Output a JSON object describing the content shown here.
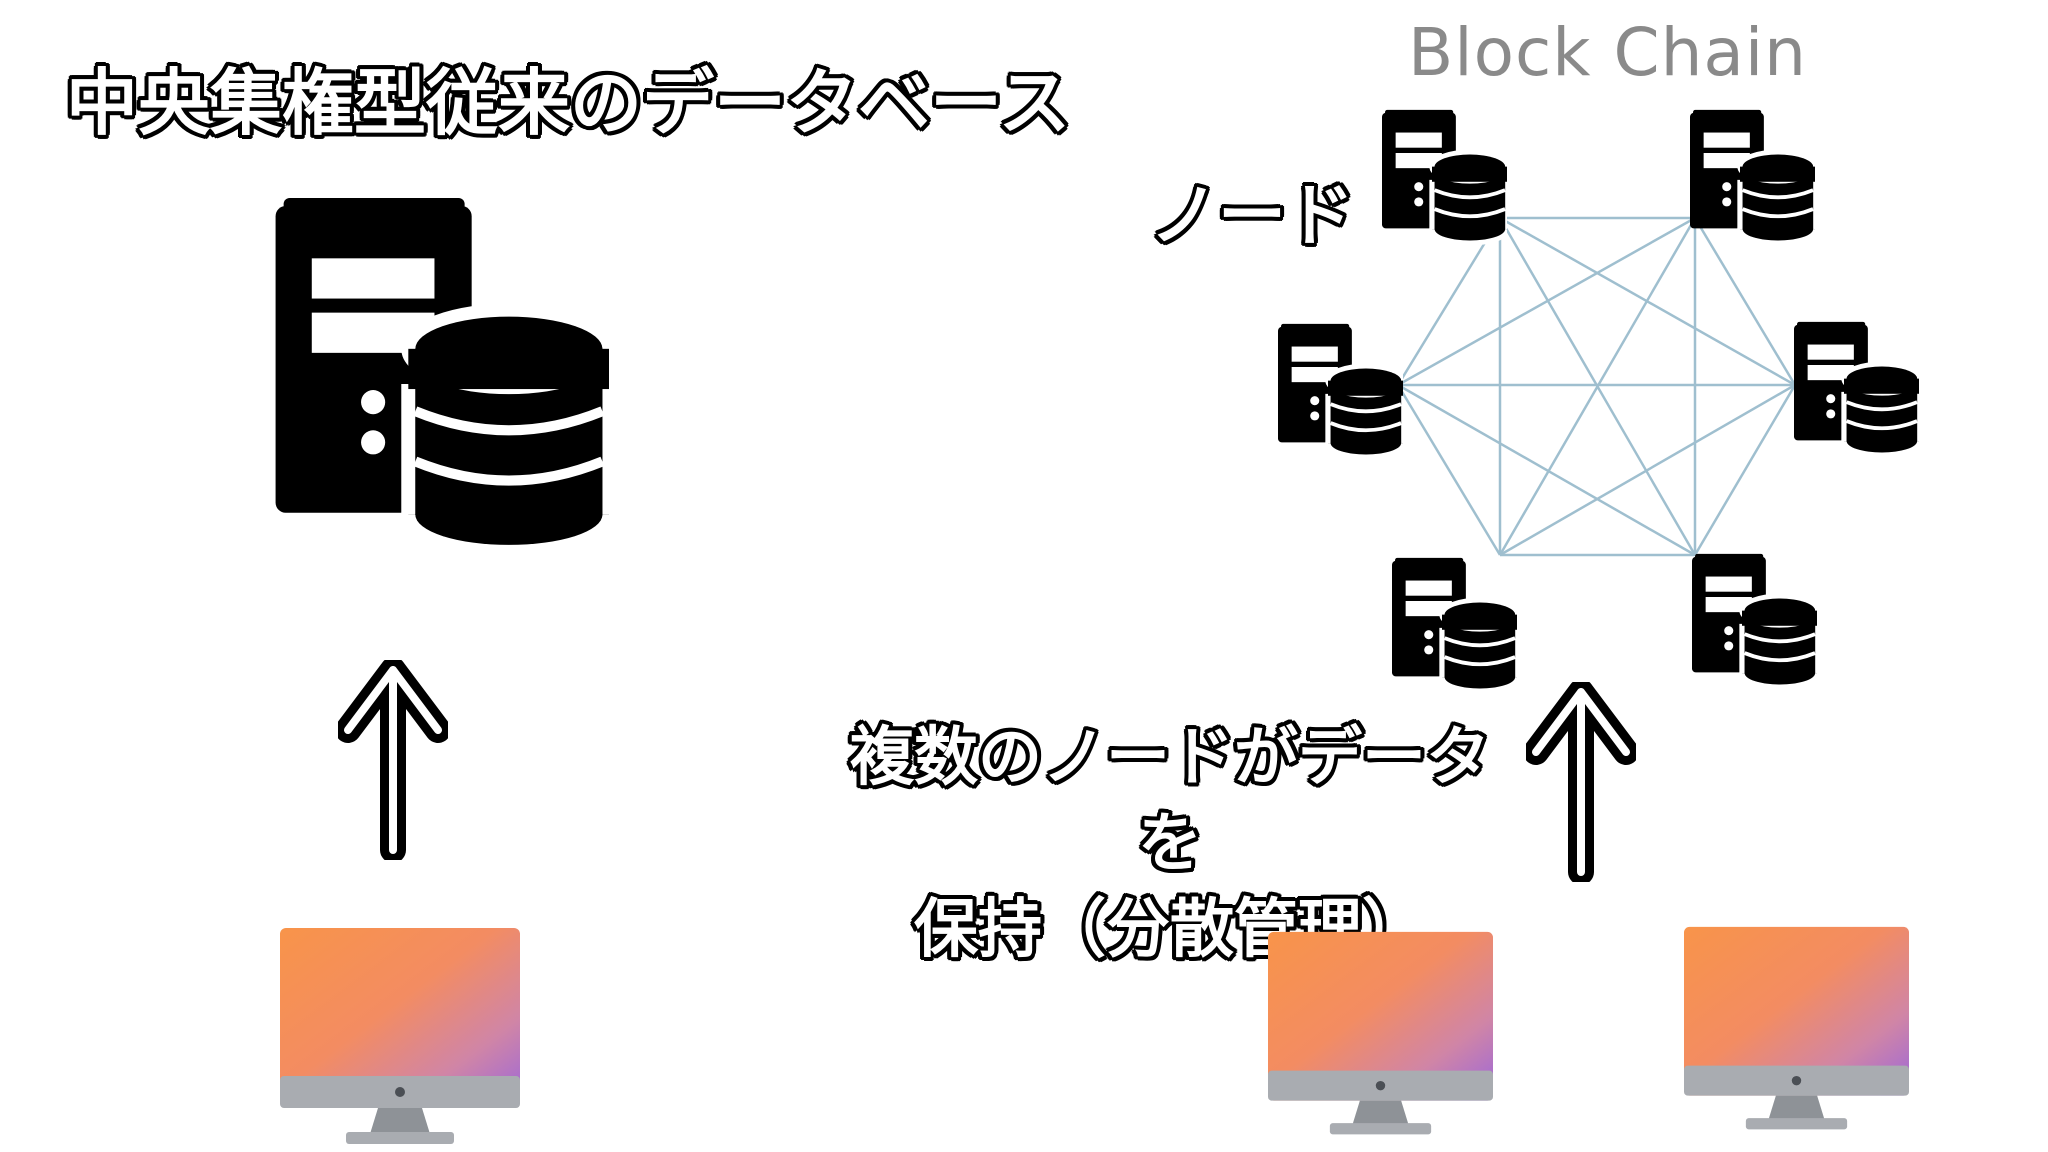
{
  "central": {
    "title": "中央集権型従来のデータベース"
  },
  "blockchain": {
    "title": "Block Chain",
    "node_label": "ノード",
    "description_line1": "複数のノードがデータを",
    "description_line2": "保持（分散管理）",
    "link_color": "#9fbfcf"
  },
  "colors": {
    "server": "#000000",
    "monitor_gradient_start": "#f79a4f",
    "monitor_gradient_mid": "#e98a7a",
    "monitor_gradient_end": "#a06ad8",
    "monitor_frame": "#a7aaaf"
  },
  "icons": [
    "server-database-icon",
    "monitor-icon",
    "up-arrow-icon"
  ]
}
